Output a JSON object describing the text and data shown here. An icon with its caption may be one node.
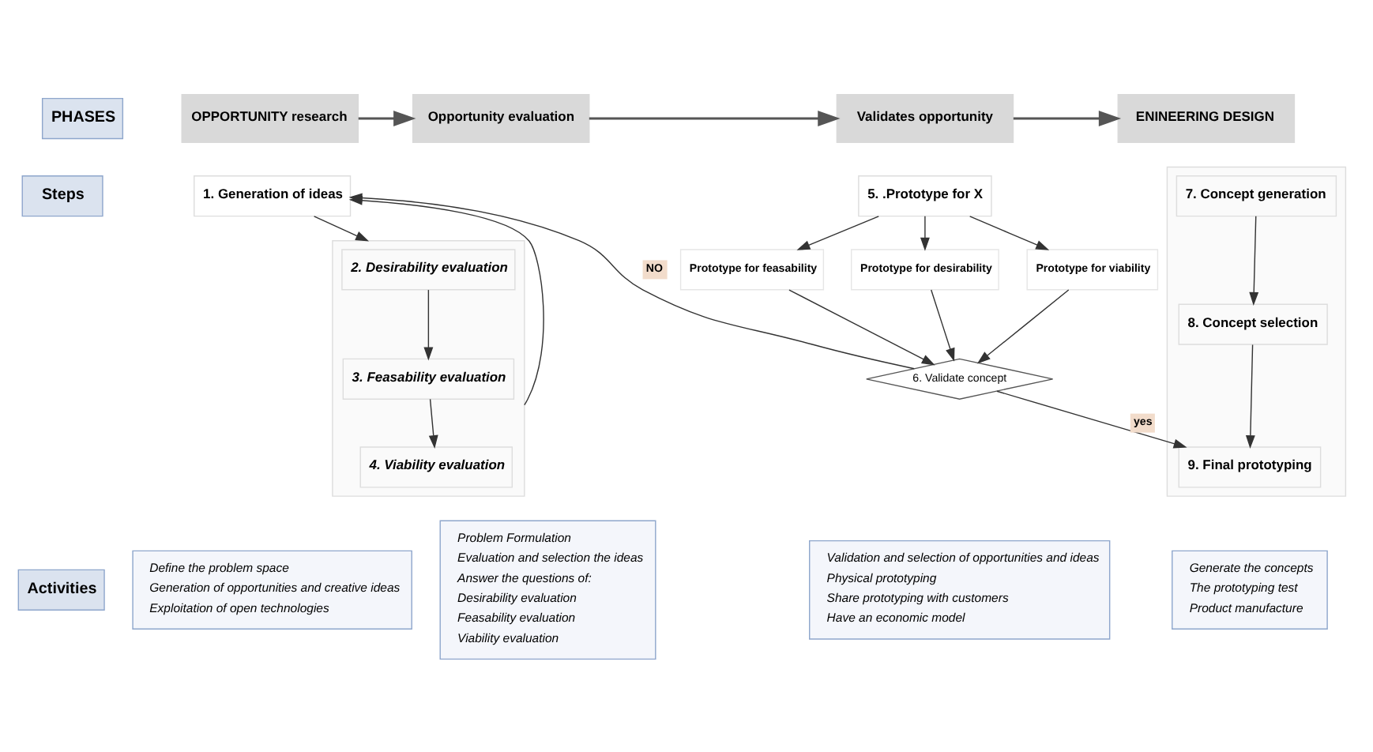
{
  "diagram": {
    "nodes": [
      {
        "text": [
          "PHASES"
        ]
      },
      {
        "text": [
          "OPPORTUNITY research"
        ]
      },
      {
        "text": [
          "Opportunity evaluation"
        ]
      },
      {
        "text": [
          "Validates opportunity"
        ]
      },
      {
        "text": [
          "ENINEERING DESIGN"
        ]
      },
      {
        "text": [
          "Steps"
        ]
      },
      {
        "text": [
          "1. Generation of ideas"
        ]
      },
      {
        "text": [],
        "shape": "box"
      },
      {
        "text": [
          "2. Desirability evaluation"
        ],
        "in": 7
      },
      {
        "text": [
          "3. Feasability evaluation"
        ],
        "in": 7
      },
      {
        "text": [
          "4. Viability evaluation"
        ],
        "in": 7
      },
      {
        "text": [
          "5. .Prototype for X"
        ]
      },
      {
        "text": [
          "Prototype for feasability"
        ]
      },
      {
        "text": [
          "Prototype for desirability"
        ]
      },
      {
        "text": [
          "Prototype for viability"
        ]
      },
      {
        "text": [
          "6. Validate concept"
        ]
      },
      {
        "text": [],
        "shape": "box"
      },
      {
        "text": [
          "7. Concept generation"
        ],
        "in": 16
      },
      {
        "text": [
          "8. Concept selection"
        ],
        "in": 16
      },
      {
        "text": [
          "9. Final prototyping"
        ],
        "in": 16
      },
      {
        "text": [
          "Activities"
        ]
      },
      {
        "text": [
          "Define the problem space",
          "Generation of opportunities and creative ideas",
          "Exploitation of open technologies"
        ]
      },
      {
        "text": [
          "Problem Formulation",
          "Evaluation and selection the ideas",
          "Answer the questions of:",
          "Desirability evaluation",
          "Feasability evaluation",
          "Viability evaluation"
        ]
      },
      {
        "text": [
          "Validation and selection of opportunities and ideas",
          "Physical prototyping",
          "Share prototyping with customers",
          "Have an economic model"
        ]
      },
      {
        "text": [
          "Generate the concepts",
          "The prototyping test",
          "Product manufacture"
        ]
      }
    ],
    "edges": [
      {
        "from": 1,
        "to": 2,
        "arrow": "to"
      },
      {
        "from": 2,
        "to": 3,
        "arrow": "to"
      },
      {
        "from": 3,
        "to": 4,
        "arrow": "to"
      },
      {
        "from": 6,
        "to": 7,
        "arrow": "to"
      },
      {
        "from": 8,
        "to": 9,
        "arrow": "to"
      },
      {
        "from": 9,
        "to": 10,
        "arrow": "to"
      },
      {
        "from": 11,
        "to": 12,
        "arrow": "to"
      },
      {
        "from": 11,
        "to": 13,
        "arrow": "to"
      },
      {
        "from": 11,
        "to": 14,
        "arrow": "to"
      },
      {
        "from": 12,
        "to": 15,
        "arrow": "to"
      },
      {
        "from": 13,
        "to": 15,
        "arrow": "to"
      },
      {
        "from": 14,
        "to": 15,
        "arrow": "to"
      },
      {
        "from": 15,
        "to": 6,
        "arrow": "to",
        "label": "NO"
      },
      {
        "from": 7,
        "to": 6,
        "arrow": "to"
      },
      {
        "from": 15,
        "to": 19,
        "arrow": "to",
        "label": "yes"
      },
      {
        "from": 17,
        "to": 18,
        "arrow": "to"
      },
      {
        "from": 18,
        "to": 19,
        "arrow": "to"
      }
    ]
  }
}
